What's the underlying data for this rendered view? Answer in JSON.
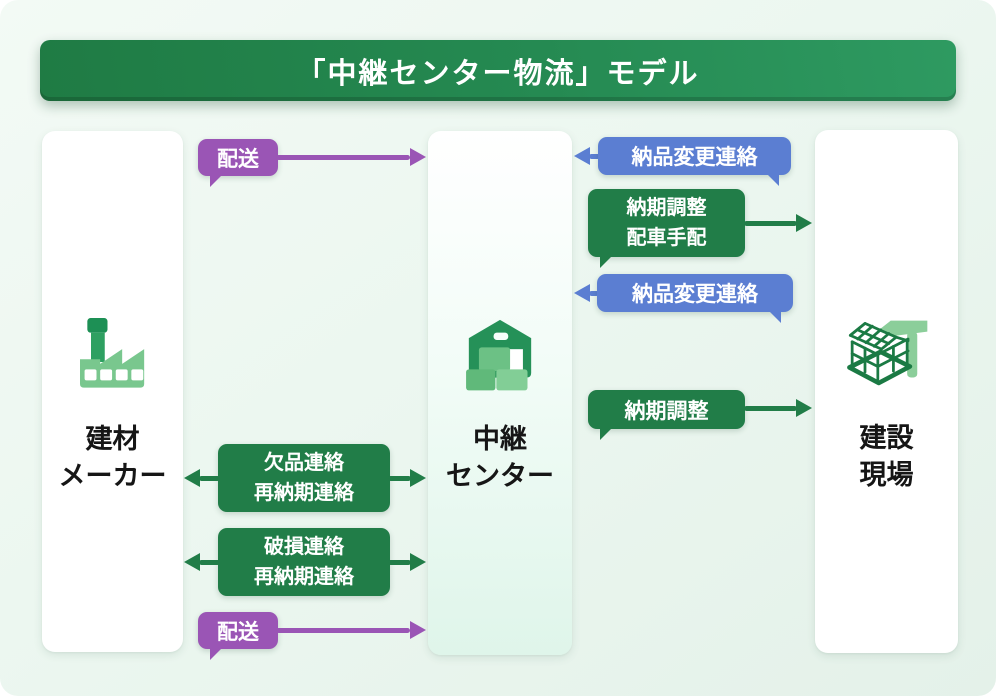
{
  "title": "「中継センター物流」モデル",
  "entities": [
    {
      "id": "material-maker",
      "line1": "建材",
      "line2": "メーカー",
      "icon": "factory-icon"
    },
    {
      "id": "relay-center",
      "line1": "中継",
      "line2": "センター",
      "icon": "warehouse-icon"
    },
    {
      "id": "construction-site",
      "line1": "建設",
      "line2": "現場",
      "icon": "construction-site-icon"
    }
  ],
  "flows": {
    "delivery_top": {
      "label": "配送",
      "direction": "maker→center",
      "color": "#9a55b5"
    },
    "shortage": {
      "line1": "欠品連絡",
      "line2": "再納期連絡",
      "direction": "maker↔center",
      "color": "#217d48"
    },
    "damage": {
      "line1": "破損連絡",
      "line2": "再納期連絡",
      "direction": "maker↔center",
      "color": "#217d48"
    },
    "delivery_bottom": {
      "label": "配送",
      "direction": "maker→center",
      "color": "#9a55b5"
    },
    "delivery_change_top": {
      "label": "納品変更連絡",
      "direction": "site→center",
      "color": "#5b7ed2"
    },
    "schedule_dispatch": {
      "line1": "納期調整",
      "line2": "配車手配",
      "direction": "center→site",
      "color": "#217d48"
    },
    "delivery_change_bottom": {
      "label": "納品変更連絡",
      "direction": "site→center",
      "color": "#5b7ed2"
    },
    "schedule": {
      "label": "納期調整",
      "direction": "center→site",
      "color": "#217d48"
    }
  },
  "colors": {
    "flow_green": "#217d48",
    "flow_purple": "#9a55b5",
    "flow_blue": "#5b7ed2",
    "banner_dark": "#1f7b44",
    "banner_light": "#2e9a61",
    "background": "#ecf7f0",
    "center_card_tint": "#dff5ea"
  }
}
